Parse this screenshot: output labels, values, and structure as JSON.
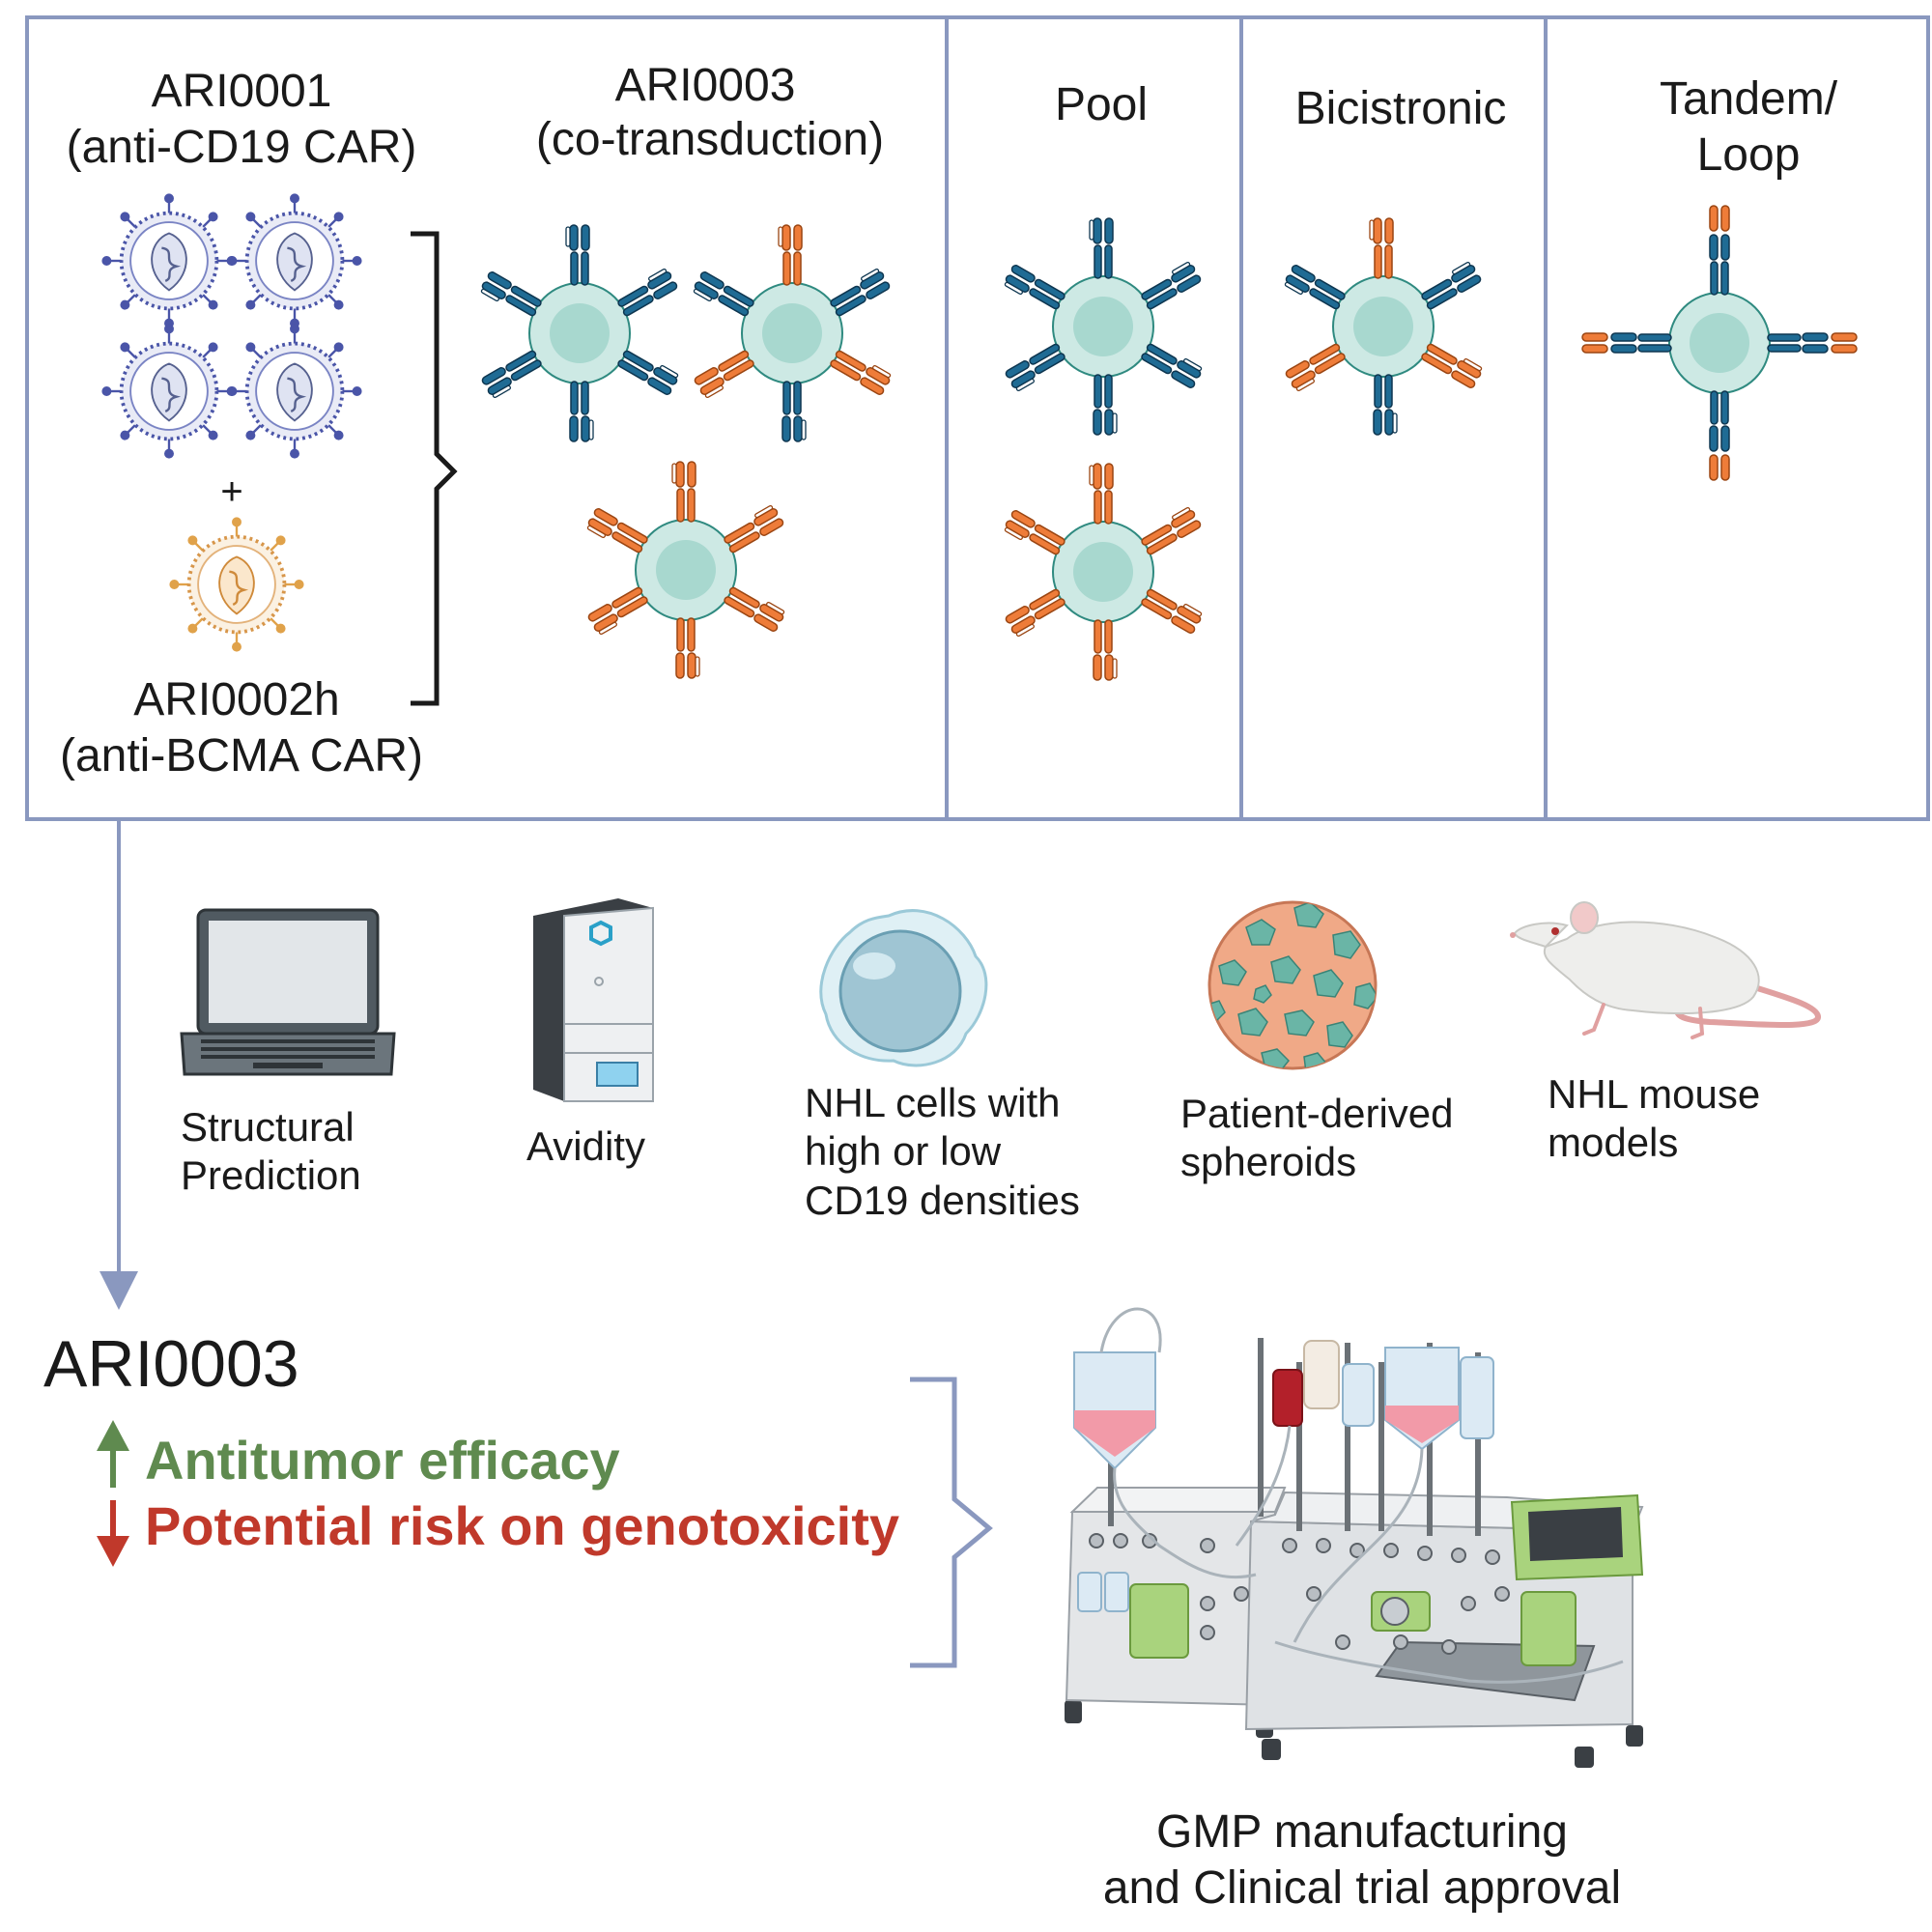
{
  "panels": {
    "ari0001_title": "ARI0001",
    "ari0001_subtitle": "(anti-CD19 CAR)",
    "plus": "+",
    "ari0002h_title": "ARI0002h",
    "ari0002h_subtitle": "(anti-BCMA CAR)",
    "ari0003_title": "ARI0003",
    "ari0003_subtitle": "(co-transduction)",
    "pool": "Pool",
    "bicistronic": "Bicistronic",
    "tandem_line1": "Tandem/",
    "tandem_line2": "Loop"
  },
  "assays": [
    {
      "line1": "Structural",
      "line2": "Prediction",
      "icon": "laptop-icon"
    },
    {
      "line1": "Avidity",
      "line2": "",
      "icon": "instrument-icon"
    },
    {
      "line1": "NHL cells with",
      "line2": "high or low",
      "line3": "CD19 densities",
      "icon": "nhl-cell-icon"
    },
    {
      "line1": "Patient-derived",
      "line2": "spheroids",
      "icon": "spheroid-icon"
    },
    {
      "line1": "NHL mouse",
      "line2": "models",
      "icon": "mouse-icon"
    }
  ],
  "result": {
    "title": "ARI0003",
    "efficacy": "Antitumor efficacy",
    "risk": "Potential risk on genotoxicity",
    "gmp_line1": "GMP manufacturing",
    "gmp_line2": "and Clinical trial approval"
  },
  "colors": {
    "frame": "#8a98bf",
    "cd19_car": "#1f6b94",
    "bcma_car": "#ee7c39",
    "cell": "#cde9e4",
    "nucleus": "#a8d8cf",
    "efficacy": "#5f8a4f",
    "risk": "#c0392b",
    "virus_blue": "#4a55a8",
    "virus_orange": "#e0a24a"
  }
}
